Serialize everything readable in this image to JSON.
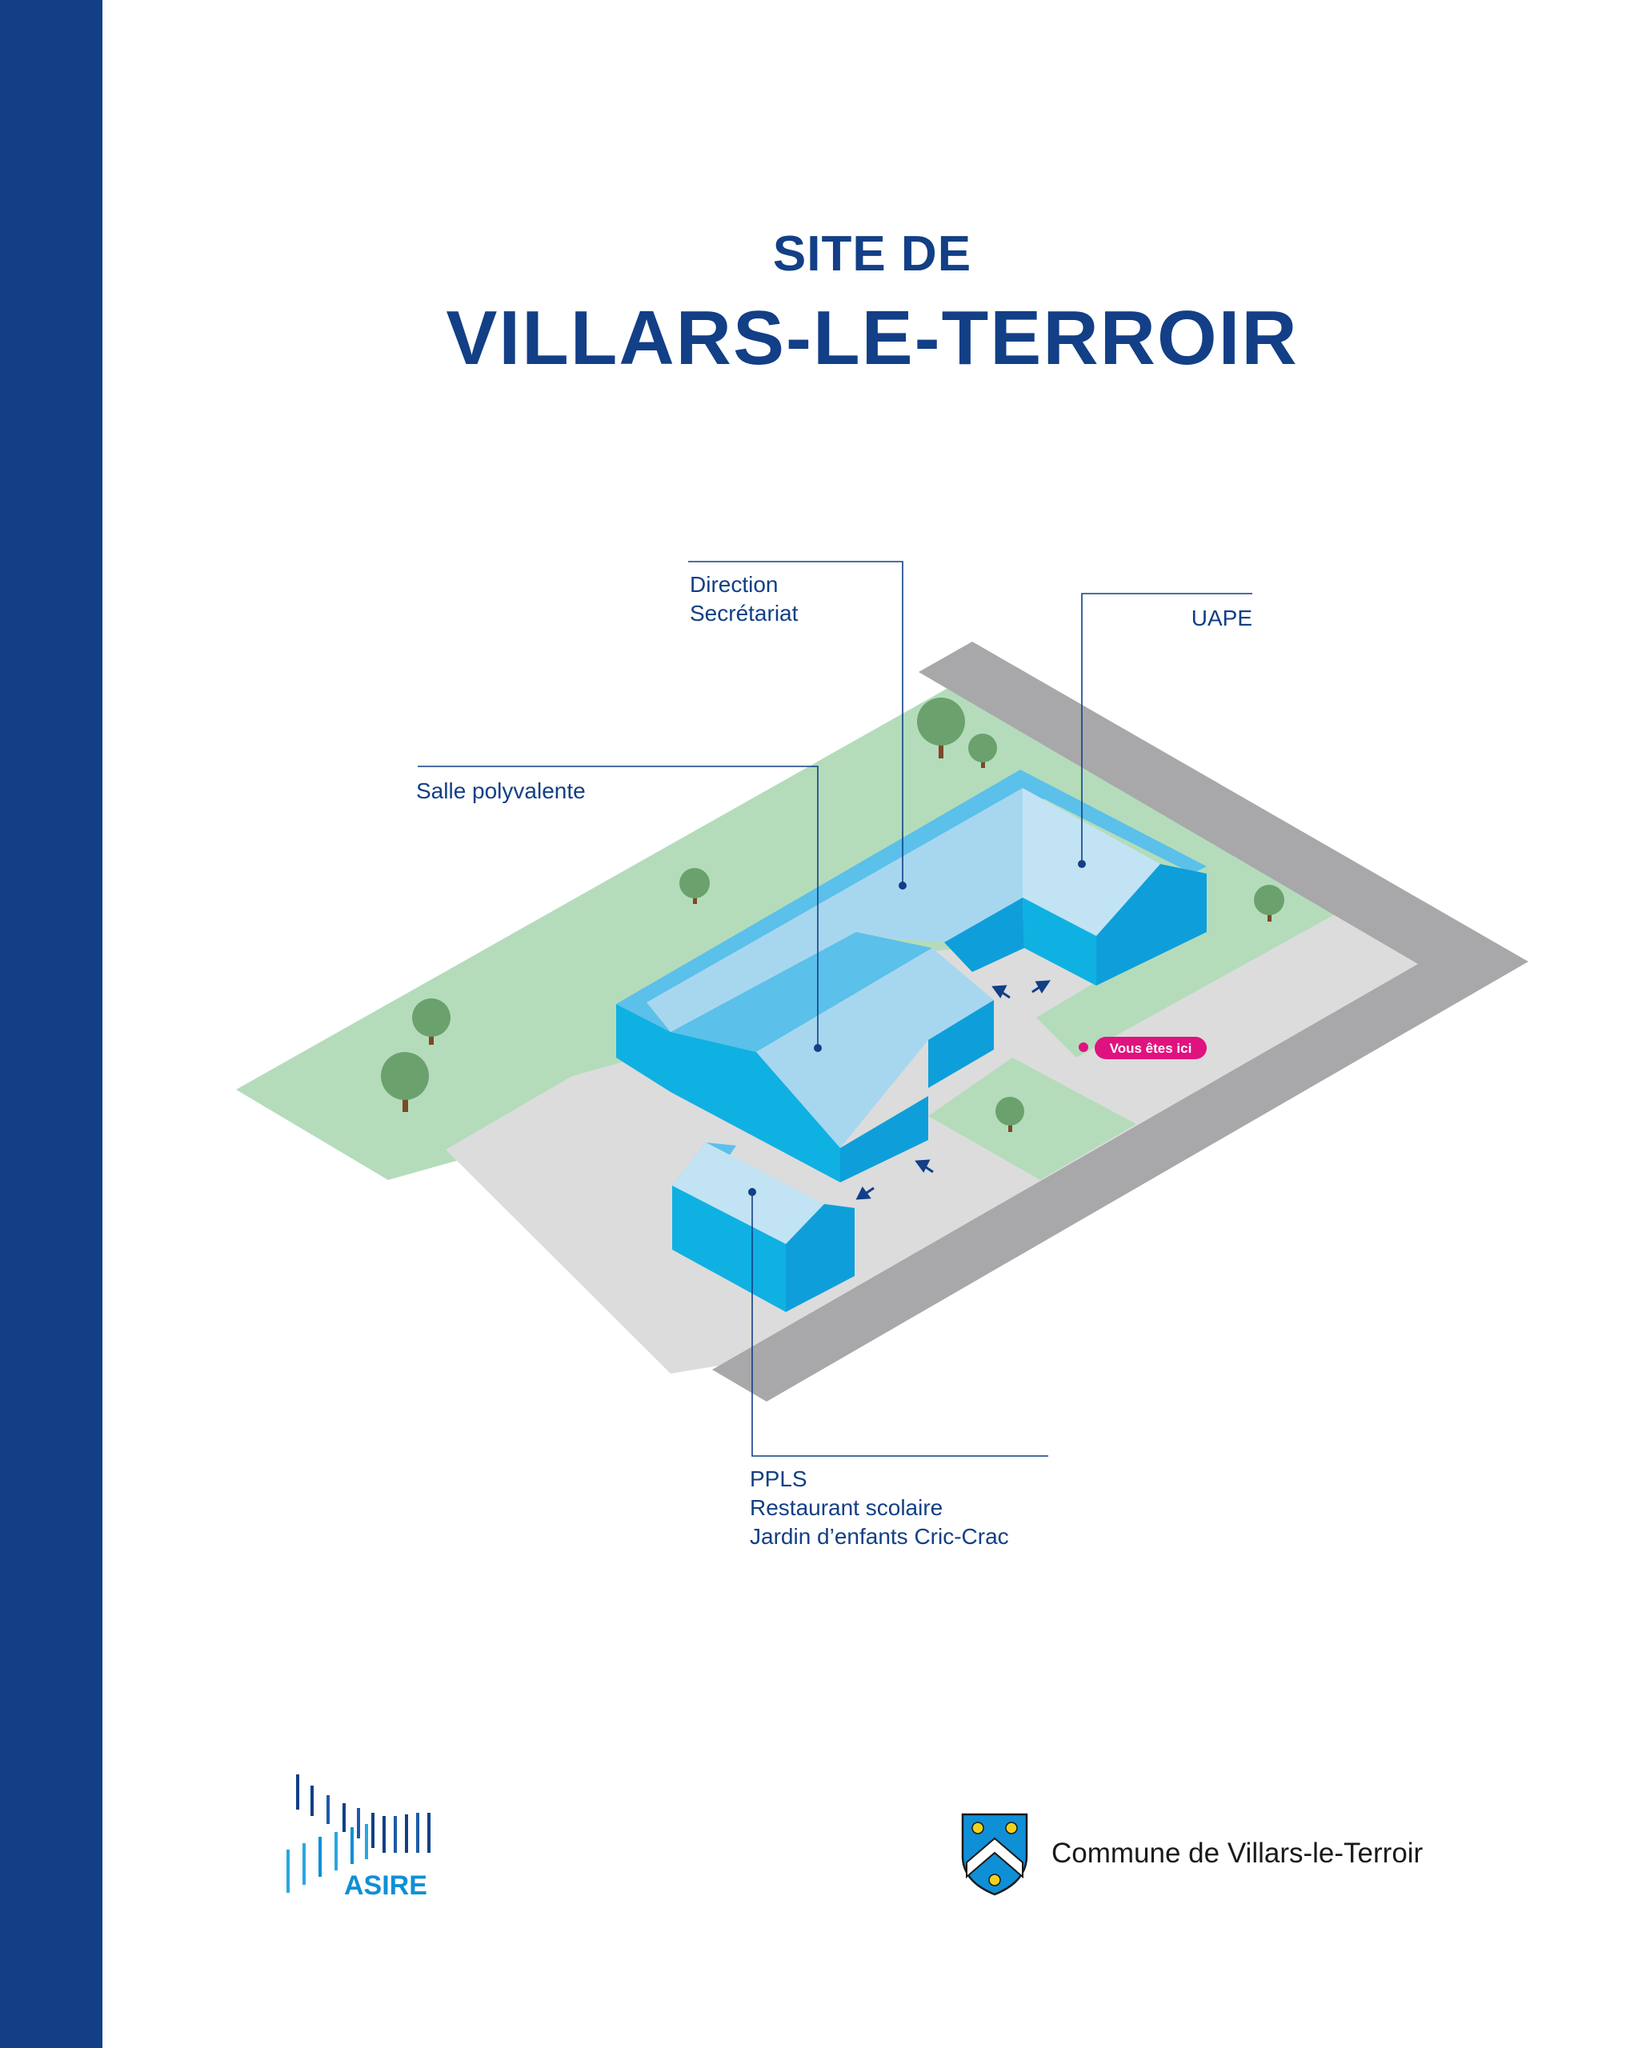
{
  "title": {
    "line1": "SITE DE",
    "line2": "VILLARS-LE-TERROIR"
  },
  "colors": {
    "sidebar": "#123f86",
    "text": "#123f86",
    "lawn": "#b4dcbb",
    "pavement": "#dcdcdc",
    "road": "#a8a8aa",
    "roof_light": "#a7d7ef",
    "roof_mid": "#5bc0ea",
    "wall_front": "#0fb1e2",
    "wall_side": "#0e9fda",
    "you_are_here": "#e0127f",
    "tree_crown": "#6aa16d",
    "tree_trunk": "#7a4a2a"
  },
  "map": {
    "labels": {
      "direction": [
        "Direction",
        "Secrétariat"
      ],
      "uape": "UAPE",
      "salle": "Salle polyvalente",
      "ppls": [
        "PPLS",
        "Restaurant scolaire",
        "Jardin d’enfants Cric-Crac"
      ]
    },
    "you_are_here": "Vous êtes ici"
  },
  "footer": {
    "asire_logo": "ASIRE",
    "commune": "Commune de Villars-le-Terroir"
  }
}
